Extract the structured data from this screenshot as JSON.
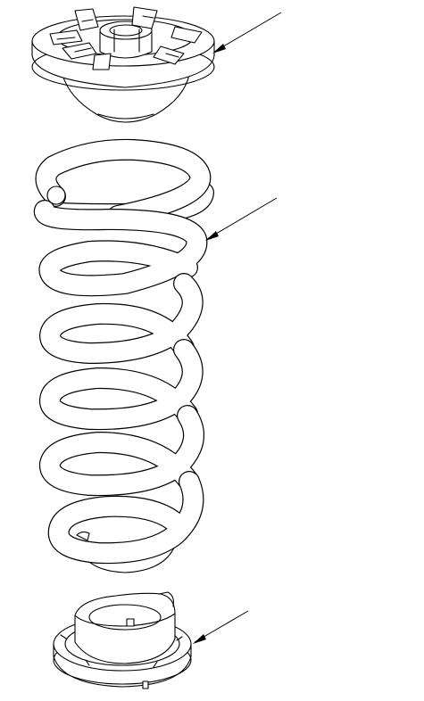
{
  "diagram": {
    "parts": [
      {
        "id": "upper-spring-seat",
        "icon": "upper-spring-seat-drawing"
      },
      {
        "id": "coil-spring",
        "icon": "coil-spring-drawing"
      },
      {
        "id": "lower-spring-seat",
        "icon": "lower-spring-seat-drawing"
      }
    ],
    "callout_count": 3,
    "colors": {
      "line": "#000000",
      "background": "#ffffff"
    }
  }
}
